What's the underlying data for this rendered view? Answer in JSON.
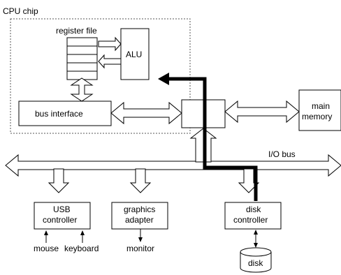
{
  "labels": {
    "cpu_chip": "CPU chip",
    "register_file": "register file",
    "alu": "ALU",
    "bus_interface": "bus interface",
    "main_memory_line1": "main",
    "main_memory_line2": "memory",
    "io_bus": "I/O bus",
    "usb_line1": "USB",
    "usb_line2": "controller",
    "graphics_line1": "graphics",
    "graphics_line2": "adapter",
    "disk_ctrl_line1": "disk",
    "disk_ctrl_line2": "controller",
    "mouse": "mouse",
    "keyboard": "keyboard",
    "monitor": "monitor",
    "disk": "disk"
  },
  "colors": {
    "stroke": "#000000",
    "chip_border": "#555555",
    "background": "#ffffff"
  }
}
